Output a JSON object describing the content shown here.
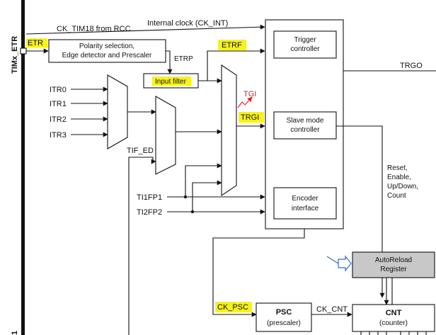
{
  "labels": {
    "timx_etr": "TIMx_ETR",
    "timx_ch1_fragment": "1",
    "etr": "ETR",
    "ck_tim18": "CK_TIM18 from RCC",
    "internal_clock": "Internal clock (CK_INT)",
    "polarity_line1": "Polarity selection,",
    "polarity_line2": "Edge detector and Prescaler",
    "etrp": "ETRP",
    "etrf": "ETRF",
    "input_filter": "Input filter",
    "itr0": "ITR0",
    "itr1": "ITR1",
    "itr2": "ITR2",
    "itr3": "ITR3",
    "tgi": "TGI",
    "trgi": "TRGI",
    "tif_ed": "TIF_ED",
    "ti1fp1": "TI1FP1",
    "ti2fp2": "TI2FP2",
    "trigger_line1": "Trigger",
    "trigger_line2": "controller",
    "slave_line1": "Slave mode",
    "slave_line2": "controller",
    "encoder_line1": "Encoder",
    "encoder_line2": "interface",
    "trgo": "TRGO",
    "reset": "Reset,",
    "enable": "Enable,",
    "updown": "Up/Down,",
    "count": "Count",
    "autoreload_line1": "AutoReload",
    "autoreload_line2": "Register",
    "ck_psc": "CK_PSC",
    "psc_title": "PSC",
    "psc_sub": "(prescaler)",
    "ck_cnt": "CK_CNT",
    "cnt_title": "CNT",
    "cnt_sub": "(counter)"
  },
  "colors": {
    "highlight": "#f7f21a",
    "tgi_red": "#e02020",
    "autoreload_fill": "#c8c8c8",
    "cursor_blue": "#2a6fd0"
  },
  "icons": {
    "cursor": "hand-cursor-icon"
  }
}
